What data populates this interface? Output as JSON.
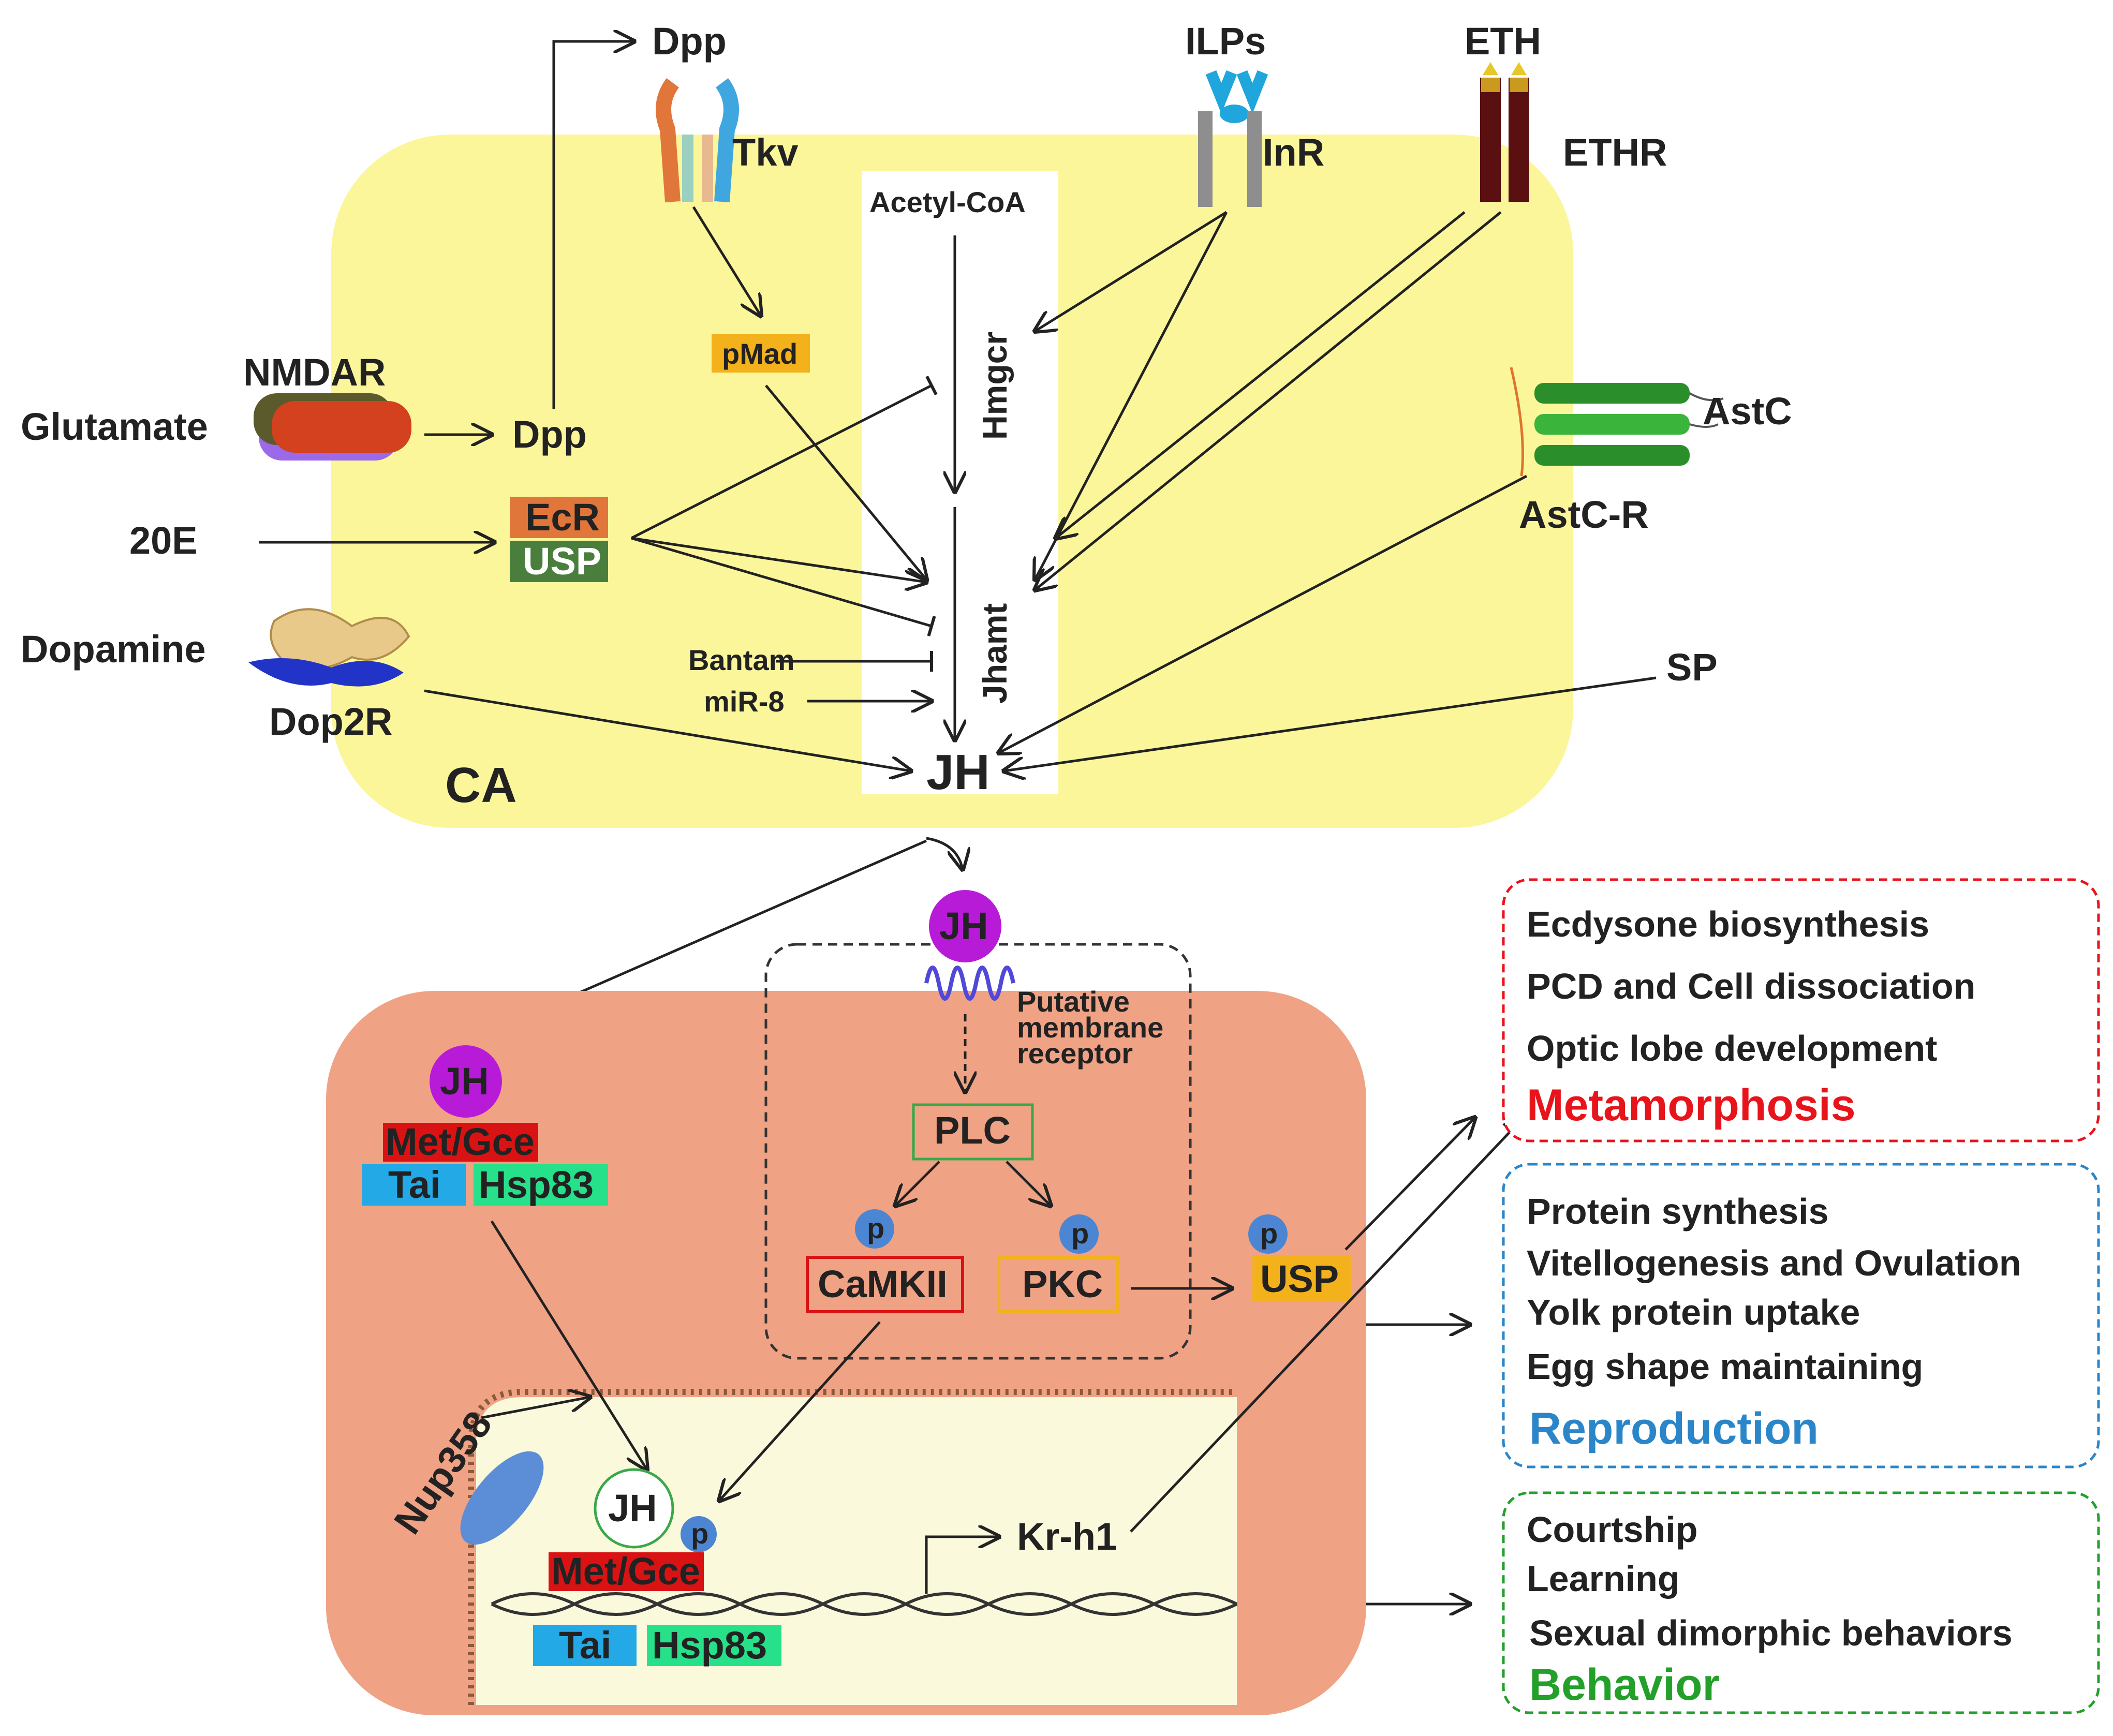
{
  "ca": {
    "label": "CA",
    "acetyl_coa": "Acetyl-CoA",
    "hmgcr": "Hmgcr",
    "jhamt": "Jhamt",
    "jh": "JH"
  },
  "receptors": {
    "dpp_top": "Dpp",
    "tkv": "Tkv",
    "ilps": "ILPs",
    "inr": "InR",
    "eth": "ETH",
    "ethr": "ETHR",
    "astc": "AstC",
    "astc_r": "AstC-R",
    "nmdar": "NMDAR",
    "dop2r": "Dop2R"
  },
  "signals": {
    "glutamate": "Glutamate",
    "dpp_mid": "Dpp",
    "e20": "20E",
    "dopamine": "Dopamine",
    "pmad": "pMad",
    "ecr": "EcR",
    "usp": "USP",
    "bantam": "Bantam",
    "mir8": "miR-8",
    "sp": "SP"
  },
  "target_cell": {
    "jh_top": "JH",
    "jh_left": "JH",
    "met_gce": "Met/Gce",
    "tai": "Tai",
    "hsp83": "Hsp83",
    "membrane_receptor": [
      "Putative",
      "membrane",
      "receptor"
    ],
    "plc": "PLC",
    "camkii": "CaMKII",
    "pkc": "PKC",
    "p": "p",
    "usp": "USP",
    "nup358": "Nup358",
    "jh_nuc": "JH",
    "met_gce_nuc": "Met/Gce",
    "tai_nuc": "Tai",
    "hsp83_nuc": "Hsp83",
    "kr_h1": "Kr-h1"
  },
  "outcomes": {
    "metamorphosis": {
      "items": [
        "Ecdysone biosynthesis",
        "PCD and Cell dissociation",
        "Optic lobe development"
      ],
      "title": "Metamorphosis",
      "color": "#e8141b"
    },
    "reproduction": {
      "items": [
        "Protein synthesis",
        "Vitellogenesis and Ovulation",
        "Yolk protein uptake",
        "Egg shape maintaining"
      ],
      "title": "Reproduction",
      "color": "#2a86c8"
    },
    "behavior": {
      "items": [
        "Courtship",
        "Learning",
        "Sexual dimorphic behaviors"
      ],
      "title": "Behavior",
      "color": "#23a02a"
    }
  },
  "colors": {
    "ca_fill": "#fcf69b",
    "target_fill": "#f0a285",
    "nucleus_fill": "#fbf9dc",
    "jh_circle": "#b81bd8",
    "met_gce_fill": "#d91313",
    "tai_fill": "#22a9e6",
    "hsp83_fill": "#27e08a",
    "ecr_fill": "#e1763a",
    "usp_fill": "#4a7e3c",
    "pmad_fill": "#f3b21c",
    "usp_target_fill": "#f3b21c",
    "p_circle": "#4c86d2"
  }
}
